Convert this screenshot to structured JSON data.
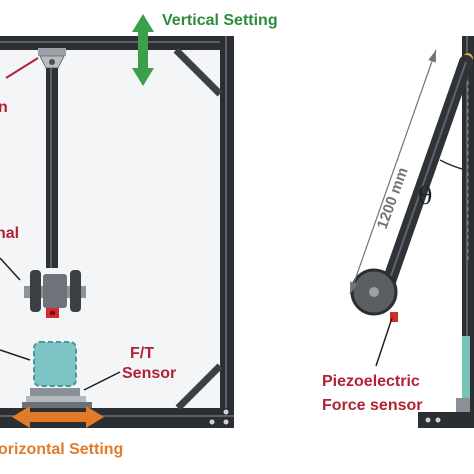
{
  "labels": {
    "vertical_setting": "Vertical Setting",
    "horizontal_setting": "orizontal Setting",
    "ft_sensor": [
      "F/T",
      "Sensor"
    ],
    "partial_top": "n",
    "partial_mid": "nal",
    "length": "1200 mm",
    "angle": "θ",
    "piezo_sensor": [
      "Piezoelectric",
      "Force sensor"
    ]
  },
  "colors": {
    "green": "#3aa04a",
    "orange": "#e07b2a",
    "red_label": "#b22234",
    "frame": "#2b2f33",
    "sensor_teal": "#7fc4c4"
  }
}
